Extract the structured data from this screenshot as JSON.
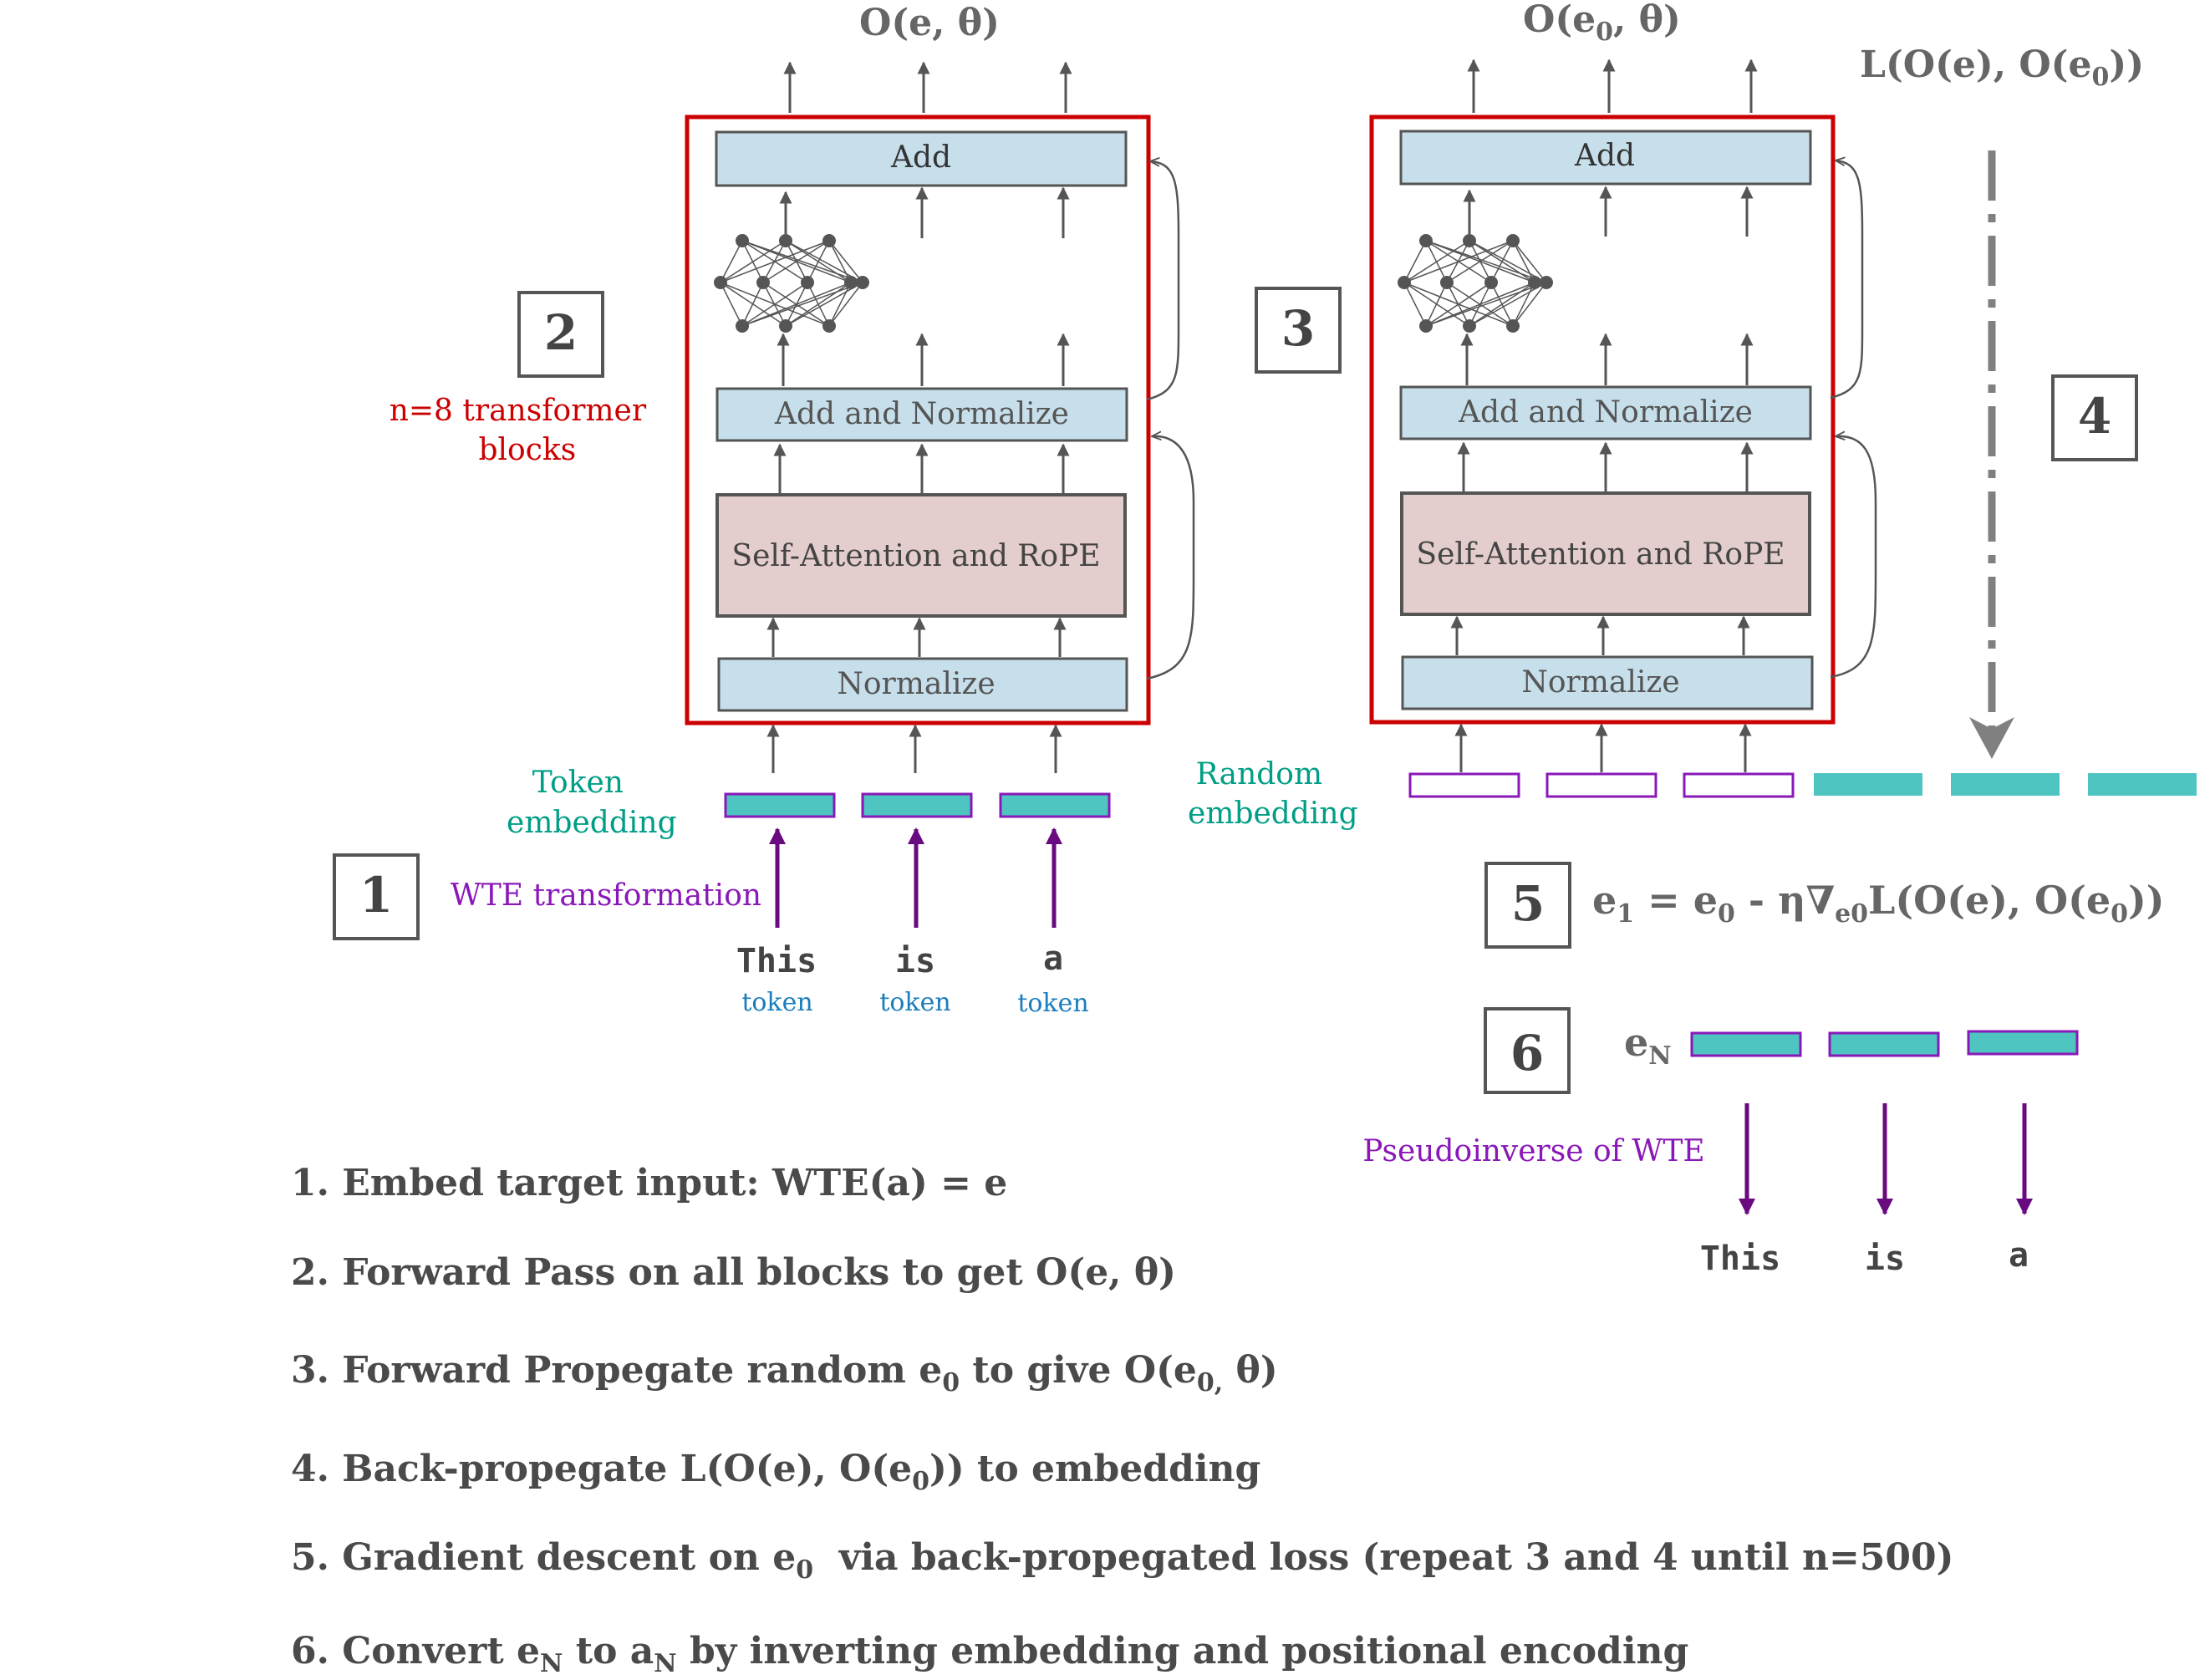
{
  "colors": {
    "gray": "#555555",
    "text": "#4a4a4a",
    "red": "#cc0000",
    "teal": "#009e86",
    "cyan_fill": "#4fc5c2",
    "purple": "#8a18b8",
    "dark_purple": "#6a0a80",
    "blue": "#1a7dbd",
    "light_blue": "#c6dfea",
    "pink": "#e4cdcd"
  },
  "left_block": {
    "output": "O(e, θ)",
    "add": "Add",
    "add_norm": "Add and Normalize",
    "attention": "Self-Attention and RoPE",
    "normalize": "Normalize"
  },
  "right_block": {
    "output_main": "O(e",
    "output_sub": "0",
    "output_end": ", θ)",
    "add": "Add",
    "add_norm": "Add and Normalize",
    "attention": "Self-Attention and RoPE",
    "normalize": "Normalize"
  },
  "loss": {
    "a": "L(O(e), O(e",
    "sub": "0",
    "b": "))"
  },
  "steps": {
    "s1": "1",
    "s2": "2",
    "s3": "3",
    "s4": "4",
    "s5": "5",
    "s6": "6"
  },
  "labels": {
    "transformer_line1": "n=8 transformer",
    "transformer_line2": "blocks",
    "token_emb_line1": "Token",
    "token_emb_line2": "embedding",
    "random_emb_line1": "Random",
    "random_emb_line2": "embedding",
    "wte": "WTE transformation",
    "pinv": "Pseudoinverse of WTE"
  },
  "input_tokens": [
    {
      "word": "This",
      "kind": "token"
    },
    {
      "word": "is",
      "kind": "token"
    },
    {
      "word": "a",
      "kind": "token"
    }
  ],
  "output_tokens": [
    "This",
    "is",
    "a"
  ],
  "update_eq": {
    "p1": "e",
    "s1": "1",
    "p2": " = e",
    "s2": "0",
    "p3": " - η∇",
    "s3": "e0",
    "p4": "L(O(e), O(e",
    "s4": "0",
    "p5": "))"
  },
  "eN": {
    "main": "e",
    "sub": "N"
  },
  "legend": [
    {
      "parts": [
        {
          "t": "1. Embed target input: WTE(a) = e"
        }
      ]
    },
    {
      "parts": [
        {
          "t": "2. Forward Pass on all blocks to get O(e, θ)"
        }
      ]
    },
    {
      "parts": [
        {
          "t": "3. Forward Propegate random e"
        },
        {
          "t": "0",
          "sub": true
        },
        {
          "t": " to give O(e"
        },
        {
          "t": "0,",
          "sub": true
        },
        {
          "t": " θ)"
        }
      ]
    },
    {
      "parts": [
        {
          "t": "4. Back-propegate L(O(e), O(e"
        },
        {
          "t": "0",
          "sub": true
        },
        {
          "t": ")) to embedding"
        }
      ]
    },
    {
      "parts": [
        {
          "t": "5. Gradient descent on e"
        },
        {
          "t": "0",
          "sub": true
        },
        {
          "t": "  via back-propegated loss (repeat 3 and 4 until n=500)"
        }
      ]
    },
    {
      "parts": [
        {
          "t": "6. Convert e"
        },
        {
          "t": "N",
          "sub": true
        },
        {
          "t": " to a"
        },
        {
          "t": "N",
          "sub": true
        },
        {
          "t": " by inverting embedding and positional encoding"
        }
      ]
    }
  ]
}
